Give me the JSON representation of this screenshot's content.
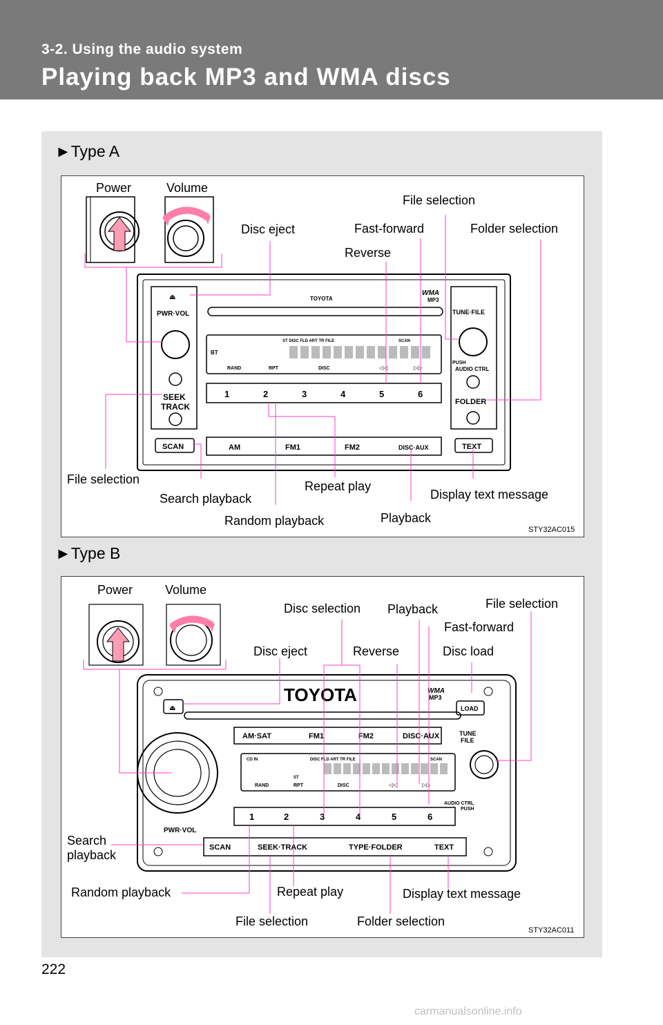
{
  "header": {
    "section": "3-2. Using the audio system",
    "title": "Playing back MP3 and WMA discs"
  },
  "type_a": {
    "label": "►Type A",
    "figure_code": "STY32AC015",
    "callouts": {
      "power": "Power",
      "volume": "Volume",
      "file_selection_top": "File selection",
      "disc_eject": "Disc eject",
      "fast_forward": "Fast-forward",
      "folder_selection": "Folder selection",
      "reverse": "Reverse",
      "file_selection_left": "File selection",
      "search_playback": "Search playback",
      "repeat_play": "Repeat play",
      "display_text_message": "Display text message",
      "random_playback": "Random playback",
      "playback": "Playback"
    },
    "unit": {
      "brand": "TOYOTA",
      "wma": "WMA",
      "mp3": "MP3",
      "pwr_vol": "PWR·VOL",
      "tune_file": "TUNE·FILE",
      "seek": "SEEK",
      "track": "TRACK",
      "folder": "FOLDER",
      "push": "PUSH",
      "audio_ctrl": "AUDIO CTRL",
      "presets": [
        "1",
        "2",
        "3",
        "4",
        "5",
        "6"
      ],
      "bottom_buttons": [
        "SCAN",
        "AM",
        "FM1",
        "FM2",
        "DISC·AUX",
        "TEXT"
      ],
      "display_top": "ST   DISC   FLD  ART  TR  FILE",
      "display_scan": "SCAN",
      "display_rand": "RAND",
      "display_rpt": "RPT",
      "display_disc": "DISC",
      "display_bt": "BT"
    }
  },
  "type_b": {
    "label": "►Type B",
    "figure_code": "STY32AC011",
    "callouts": {
      "power": "Power",
      "volume": "Volume",
      "disc_selection": "Disc selection",
      "playback": "Playback",
      "file_selection_top": "File selection",
      "fast_forward": "Fast-forward",
      "disc_eject": "Disc eject",
      "reverse": "Reverse",
      "disc_load": "Disc load",
      "search_playback_1": "Search",
      "search_playback_2": "playback",
      "random_playback": "Random playback",
      "repeat_play": "Repeat play",
      "display_text_message": "Display text message",
      "file_selection_bottom": "File selection",
      "folder_selection": "Folder selection"
    },
    "unit": {
      "brand": "TOYOTA",
      "wma": "WMA",
      "mp3": "MP3",
      "load": "LOAD",
      "pwr_vol": "PWR·VOL",
      "tune": "TUNE",
      "file": "FILE",
      "audio_ctrl": "AUDIO  CTRL",
      "push": "PUSH",
      "top_buttons": [
        "AM·SAT",
        "FM1",
        "FM2",
        "DISC·AUX"
      ],
      "presets": [
        "1",
        "2",
        "3",
        "4",
        "5",
        "6"
      ],
      "bottom_buttons": [
        "SCAN",
        "SEEK·TRACK",
        "TYPE·FOLDER",
        "TEXT"
      ],
      "display_top": "DISC   FLD  ART  TR  FILE",
      "display_scan": "SCAN",
      "display_rand": "RAND",
      "display_rpt": "RPT",
      "display_disc": "DISC",
      "display_cdin": "CD IN",
      "display_st": "ST"
    }
  },
  "page_number": "222",
  "watermark": "carmanualsonline.info",
  "colors": {
    "header_bg": "#7a7a7a",
    "panel_bg": "#e4e4e4",
    "leader": "#ff3cc8"
  }
}
